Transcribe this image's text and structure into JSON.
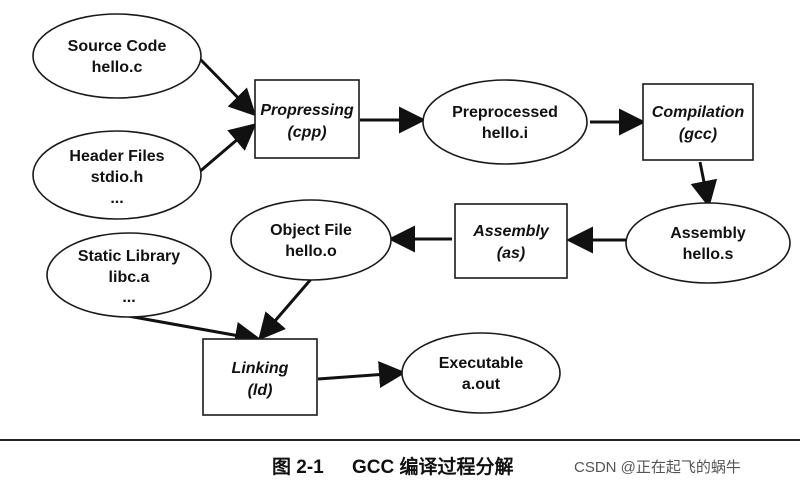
{
  "nodes": {
    "source_code": {
      "kind": "ellipse",
      "lines": [
        "Source Code",
        "hello.c"
      ]
    },
    "header_files": {
      "kind": "ellipse",
      "lines": [
        "Header Files",
        "stdio.h",
        "..."
      ]
    },
    "propressing": {
      "kind": "process",
      "lines": [
        "Propressing",
        "(cpp)"
      ]
    },
    "preprocessed": {
      "kind": "ellipse",
      "lines": [
        "Preprocessed",
        "hello.i"
      ]
    },
    "compilation": {
      "kind": "process",
      "lines": [
        "Compilation",
        "(gcc)"
      ]
    },
    "assembly_file": {
      "kind": "ellipse",
      "lines": [
        "Assembly",
        "hello.s"
      ]
    },
    "assembly_step": {
      "kind": "process",
      "lines": [
        "Assembly",
        "(as)"
      ]
    },
    "object_file": {
      "kind": "ellipse",
      "lines": [
        "Object File",
        "hello.o"
      ]
    },
    "static_library": {
      "kind": "ellipse",
      "lines": [
        "Static Library",
        "libc.a",
        "..."
      ]
    },
    "linking": {
      "kind": "process",
      "lines": [
        "Linking",
        "(ld)"
      ]
    },
    "executable": {
      "kind": "ellipse",
      "lines": [
        "Executable",
        "a.out"
      ]
    }
  },
  "edges": [
    {
      "from": "source_code",
      "to": "propressing"
    },
    {
      "from": "header_files",
      "to": "propressing"
    },
    {
      "from": "propressing",
      "to": "preprocessed"
    },
    {
      "from": "preprocessed",
      "to": "compilation"
    },
    {
      "from": "compilation",
      "to": "assembly_file"
    },
    {
      "from": "assembly_file",
      "to": "assembly_step"
    },
    {
      "from": "assembly_step",
      "to": "object_file"
    },
    {
      "from": "object_file",
      "to": "linking"
    },
    {
      "from": "static_library",
      "to": "linking"
    },
    {
      "from": "linking",
      "to": "executable"
    }
  ],
  "caption": {
    "label": "图 2-1",
    "title": "GCC 编译过程分解"
  },
  "watermark": "CSDN @正在起飞的蜗牛"
}
